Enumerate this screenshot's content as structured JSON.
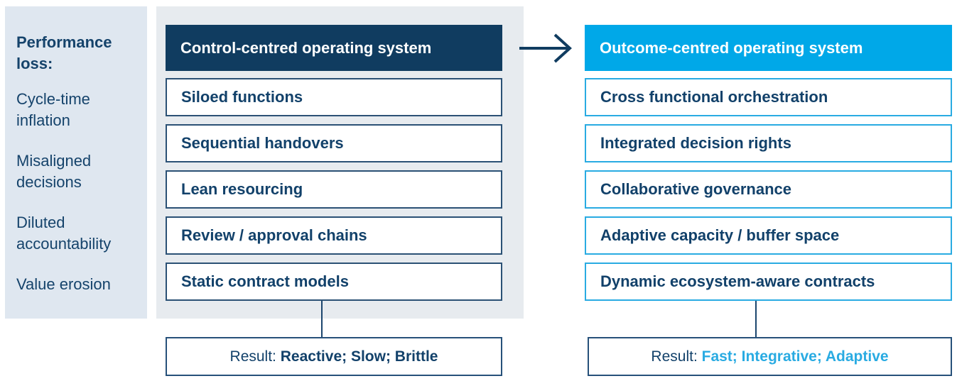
{
  "colors": {
    "navy": "#103c60",
    "light_blue": "#00a8e8",
    "border_blue": "#29abe2",
    "border_navy": "#2b5175",
    "text_navy": "#12416a",
    "sidebar_bg": "#dfe7f0",
    "panel_bg": "#e7ebef"
  },
  "sidebar": {
    "heading": "Performance loss:",
    "items": [
      "Cycle-time inflation",
      "Misaligned decisions",
      "Diluted accountability",
      "Value erosion"
    ]
  },
  "left_column": {
    "header": "Control-centred operating system",
    "boxes": [
      "Siloed functions",
      "Sequential handovers",
      "Lean resourcing",
      "Review / approval chains",
      "Static contract models"
    ],
    "result_prefix": "Result: ",
    "result_value": "Reactive; Slow; Brittle"
  },
  "right_column": {
    "header": "Outcome-centred operating system",
    "boxes": [
      "Cross functional orchestration",
      "Integrated decision rights",
      "Collaborative governance",
      "Adaptive capacity / buffer space",
      "Dynamic ecosystem-aware contracts"
    ],
    "result_prefix": "Result: ",
    "result_value": "Fast; Integrative; Adaptive"
  },
  "arrow": {
    "meaning": "transformation from control-centred to outcome-centred"
  }
}
